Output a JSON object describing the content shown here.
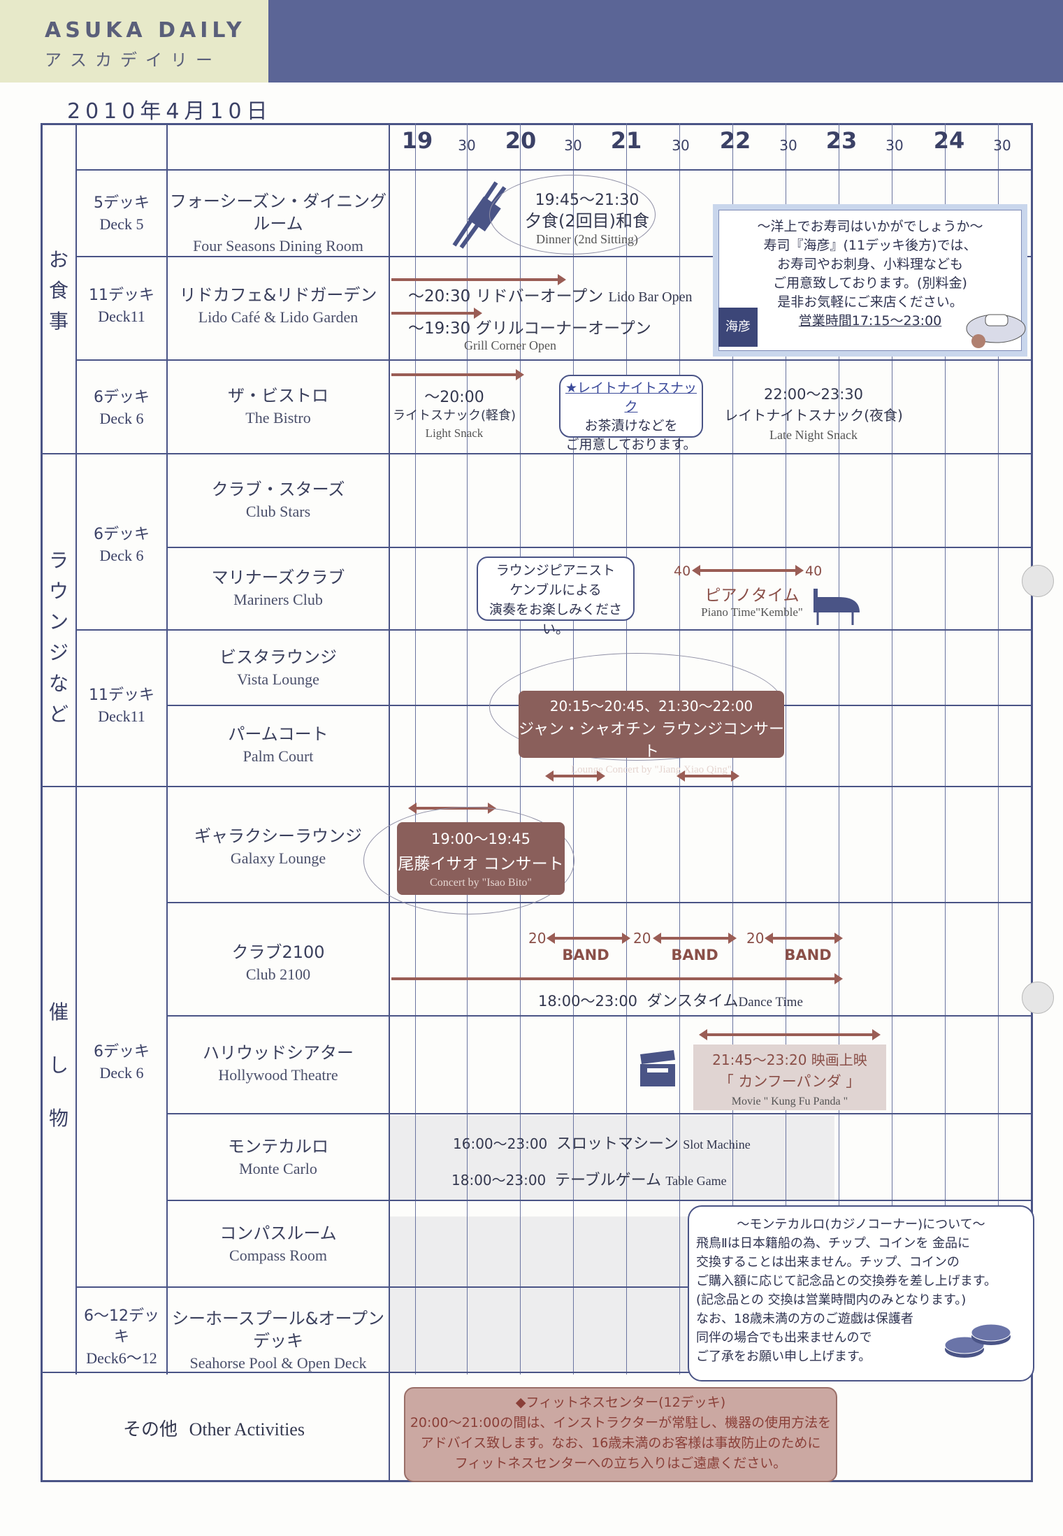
{
  "header": {
    "title": "ASUKA DAILY",
    "subtitle": "アスカデイリー"
  },
  "date": "2010年4月10日",
  "time_axis": {
    "hours": [
      "19",
      "20",
      "21",
      "22",
      "23",
      "24"
    ],
    "half_label": "30"
  },
  "categories": {
    "dining": "お食事",
    "lounge": "ラウンジなど",
    "events": "催し物"
  },
  "decks": {
    "d5": {
      "jp": "5デッキ",
      "en": "Deck 5"
    },
    "d11a": {
      "jp": "11デッキ",
      "en": "Deck11"
    },
    "d6a": {
      "jp": "6デッキ",
      "en": "Deck 6"
    },
    "d6b": {
      "jp": "6デッキ",
      "en": "Deck 6"
    },
    "d11b": {
      "jp": "11デッキ",
      "en": "Deck11"
    },
    "d6c": {
      "jp": "6デッキ",
      "en": "Deck 6"
    },
    "d612": {
      "jp": "6〜12デッキ",
      "en": "Deck6〜12"
    }
  },
  "venues": [
    {
      "jp": "フォーシーズン・ダイニングルーム",
      "en": "Four Seasons Dining Room"
    },
    {
      "jp": "リドカフェ&リドガーデン",
      "en": "Lido Café & Lido Garden"
    },
    {
      "jp": "ザ・ビストロ",
      "en": "The Bistro"
    },
    {
      "jp": "クラブ・スターズ",
      "en": "Club Stars"
    },
    {
      "jp": "マリナーズクラブ",
      "en": "Mariners Club"
    },
    {
      "jp": "ビスタラウンジ",
      "en": "Vista Lounge"
    },
    {
      "jp": "パームコート",
      "en": "Palm Court"
    },
    {
      "jp": "ギャラクシーラウンジ",
      "en": "Galaxy Lounge"
    },
    {
      "jp": "クラブ2100",
      "en": "Club 2100"
    },
    {
      "jp": "ハリウッドシアター",
      "en": "Hollywood Theatre"
    },
    {
      "jp": "モンテカルロ",
      "en": "Monte Carlo"
    },
    {
      "jp": "コンパスルーム",
      "en": "Compass Room"
    },
    {
      "jp": "シーホースプール&オープンデッキ",
      "en": "Seahorse Pool & Open Deck"
    }
  ],
  "other": {
    "jp": "その他",
    "en": "Other Activities"
  },
  "events": {
    "dinner": {
      "time": "19:45〜21:30",
      "jp": "夕食(2回目)和食",
      "en": "Dinner (2nd Sitting)"
    },
    "lido_bar": {
      "jp": "〜20:30 リドバーオープン",
      "en": "Lido Bar Open"
    },
    "grill": {
      "jp": "〜19:30 グリルコーナーオープン",
      "en": "Grill Corner Open"
    },
    "light_snack": {
      "time": "〜20:00",
      "jp": "ライトスナック(軽食)",
      "en": "Light Snack"
    },
    "late_bubble": {
      "l1": "★レイトナイトスナック",
      "l2": "お茶漬けなどを",
      "l3": "ご用意しております。"
    },
    "late_snack": {
      "time": "22:00〜23:30",
      "jp": "レイトナイトスナック(夜食)",
      "en": "Late Night Snack"
    },
    "sushi": {
      "l1": "〜洋上でお寿司はいかがでしょうか〜",
      "l2": "寿司『海彦』(11デッキ後方)では、",
      "l3": "お寿司やお刺身、小料理なども",
      "l4": "ご用意致しております。(別料金)",
      "l5": "是非お気軽にご来店ください。",
      "hours": "営業時間17:15〜23:00",
      "stamp": "海彦"
    },
    "pianist_bubble": {
      "l1": "ラウンジピアニスト",
      "l2": "ケンブルによる",
      "l3": "演奏をお楽しみください。"
    },
    "piano": {
      "start": "40",
      "end": "40",
      "jp": "ピアノタイム",
      "en": "Piano Time\"Kemble\""
    },
    "lounge_concert": {
      "time": "20:15〜20:45、21:30〜22:00",
      "jp": "ジャン・シャオチン ラウンジコンサート",
      "en": "Lounge Concert by \"Jiang Xiao Qing\""
    },
    "galaxy_concert": {
      "time": "19:00〜19:45",
      "jp": "尾藤イサオ コンサート",
      "en": "Concert by \"Isao Bito\""
    },
    "band": {
      "label": "BAND",
      "start": "20"
    },
    "dance": {
      "time": "18:00〜23:00",
      "jp": "ダンスタイム",
      "en": "Dance Time"
    },
    "movie": {
      "time": "21:45〜23:20 映画上映",
      "jp": "「 カンフーパンダ 」",
      "en": "Movie \" Kung Fu Panda \""
    },
    "slot": {
      "time": "16:00〜23:00",
      "jp": "スロットマシーン",
      "en": "Slot Machine"
    },
    "table": {
      "time": "18:00〜23:00",
      "jp": "テーブルゲーム",
      "en": "Table Game"
    },
    "casino": {
      "title": "〜モンテカルロ(カジノコーナー)について〜",
      "l1": "飛鳥Ⅱは日本籍船の為、チップ、コインを 金品に",
      "l2": "交換することは出来ません。チップ、コインの",
      "l3": "ご購入額に応じて記念品との交換券を差し上げます。",
      "l4": "(記念品との 交換は営業時間内のみとなります。)",
      "l5": "なお、18歳未満の方のご遊戯は保護者",
      "l6": "同伴の場合でも出来ませんので",
      "l7": "ご了承をお願い申し上げます。"
    },
    "fitness": {
      "title": "◆フィットネスセンター(12デッキ)",
      "l1": "20:00〜21:00の間は、インストラクターが常駐し、機器の使用方法を",
      "l2": "アドバイス致します。なお、16歳未満のお客様は事故防止のために",
      "l3": "フィットネスセンターへの立ち入りはご遠慮ください。"
    }
  }
}
